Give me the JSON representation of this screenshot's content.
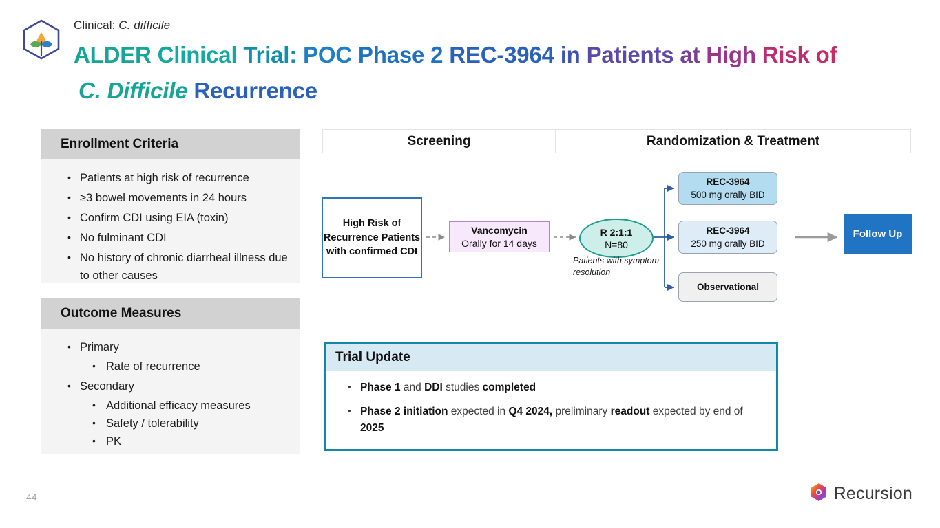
{
  "header": {
    "eyebrow_prefix": "Clinical: ",
    "eyebrow_italic": "C. difficile",
    "title_line1_parts": [
      {
        "text": "ALDER ",
        "color": "#16a596"
      },
      {
        "text": "Clinical ",
        "color": "#13a9a0"
      },
      {
        "text": "Trial: ",
        "color": "#138fae"
      },
      {
        "text": "POC ",
        "color": "#1f7ec4"
      },
      {
        "text": "Phase 2 ",
        "color": "#2171c3"
      },
      {
        "text": "REC-3964 ",
        "color": "#2a62bb"
      },
      {
        "text": "in ",
        "color": "#3e55b4"
      },
      {
        "text": "Patients ",
        "color": "#5b4aa8"
      },
      {
        "text": "at ",
        "color": "#7a4098"
      },
      {
        "text": "High ",
        "color": "#9b3589"
      },
      {
        "text": "Risk ",
        "color": "#bb2d70"
      },
      {
        "text": "of",
        "color": "#c82a63"
      }
    ],
    "title_line2_parts": [
      {
        "text": "C. Difficile",
        "color": "#16a596",
        "italic": true
      },
      {
        "text": " ",
        "color": "#16a596",
        "italic": false
      },
      {
        "text": "Recurrence",
        "color": "#2a62bb",
        "italic": false
      }
    ],
    "logo_icon": "hexagon-leaf-logo"
  },
  "enrollment": {
    "heading": "Enrollment Criteria",
    "items": [
      "Patients at high risk of recurrence",
      "≥3 bowel movements in 24 hours",
      "Confirm CDI using EIA (toxin)",
      "No fulminant CDI",
      "No history of chronic diarrheal illness due to other causes"
    ]
  },
  "outcome": {
    "heading": "Outcome Measures",
    "primary_label": "Primary",
    "primary_items": [
      "Rate of recurrence"
    ],
    "secondary_label": "Secondary",
    "secondary_items": [
      "Additional efficacy measures",
      "Safety / tolerability",
      "PK"
    ]
  },
  "phase_header": {
    "screening": "Screening",
    "randomization": "Randomization & Treatment"
  },
  "flow": {
    "high_risk": "High Risk of Recurrence Patients with confirmed CDI",
    "vancomycin_line1": "Vancomycin",
    "vancomycin_line2": "Orally for 14 days",
    "randomization_line1": "R 2:1:1",
    "randomization_line2": "N=80",
    "randomization_note": "Patients with symptom resolution",
    "arm_500_line1": "REC-3964",
    "arm_500_line2": "500 mg orally BID",
    "arm_250_line1": "REC-3964",
    "arm_250_line2": "250 mg orally BID",
    "arm_observational": "Observational",
    "follow_up": "Follow Up",
    "colors": {
      "high_risk_border": "#2e75b6",
      "vanco_fill": "#f7e9fb",
      "vanco_border": "#b483c8",
      "ellipse_fill": "#cdeee9",
      "ellipse_border": "#1d9e92",
      "arm_500_fill": "#b4dcf0",
      "arm_250_fill": "#ddecf7",
      "observational_fill": "#f0f0f0",
      "follow_up_fill": "#2173c4",
      "connector_blue": "#2e5fa3",
      "connector_gray": "#9b9b9b"
    }
  },
  "trial_update": {
    "heading": "Trial Update",
    "bullets": [
      [
        {
          "text": "Phase 1",
          "bold": true
        },
        {
          "text": " and ",
          "bold": false
        },
        {
          "text": "DDI",
          "bold": true
        },
        {
          "text": " studies ",
          "bold": false
        },
        {
          "text": "completed",
          "bold": true
        }
      ],
      [
        {
          "text": "Phase 2 initiation",
          "bold": true
        },
        {
          "text": " expected in ",
          "bold": false
        },
        {
          "text": "Q4 2024,",
          "bold": true
        },
        {
          "text": " preliminary ",
          "bold": false
        },
        {
          "text": "readout",
          "bold": true
        },
        {
          "text": " expected by end of ",
          "bold": false
        },
        {
          "text": "2025",
          "bold": true
        }
      ]
    ],
    "border_color": "#1585a8",
    "header_fill": "#d7eaf3"
  },
  "footer": {
    "page_number": "44",
    "brand_name": "Recursion",
    "brand_icon": "recursion-hex-logo"
  }
}
